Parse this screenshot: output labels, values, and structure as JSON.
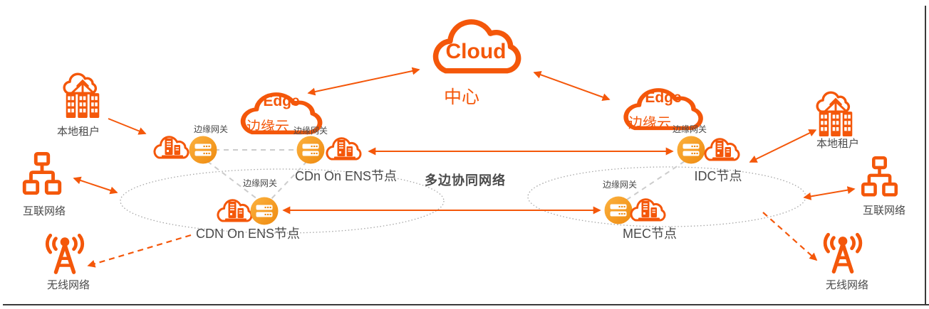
{
  "diagram": {
    "center_cloud": {
      "title": "Cloud",
      "label": "中心"
    },
    "edge_left": {
      "title": "Edge",
      "label": "边缘云"
    },
    "edge_right": {
      "title": "Edge",
      "label": "边缘云"
    },
    "gateway_label": "边缘网关",
    "core_network_label": "多边协同网络",
    "nodes": {
      "cdn_ens_upper": "CDn On ENS节点",
      "cdn_ens_lower": "CDN On ENS节点",
      "mec": "MEC节点",
      "idc": "IDC节点"
    },
    "left": {
      "local_tenant": "本地租户",
      "internet": "互联网络",
      "wireless": "无线网络"
    },
    "right": {
      "local_tenant": "本地租户",
      "internet": "互联网络",
      "wireless": "无线网络"
    },
    "colors": {
      "accent_orange": "#F4570A",
      "gateway_gradient_start": "#FCB23F",
      "gateway_gradient_end": "#EE8A0F",
      "label_gray": "#4A4A4A",
      "dash_gray": "#CCCCCC",
      "ellipse_gray": "#A6A6A6",
      "border_dark": "#3A3A3A"
    }
  }
}
